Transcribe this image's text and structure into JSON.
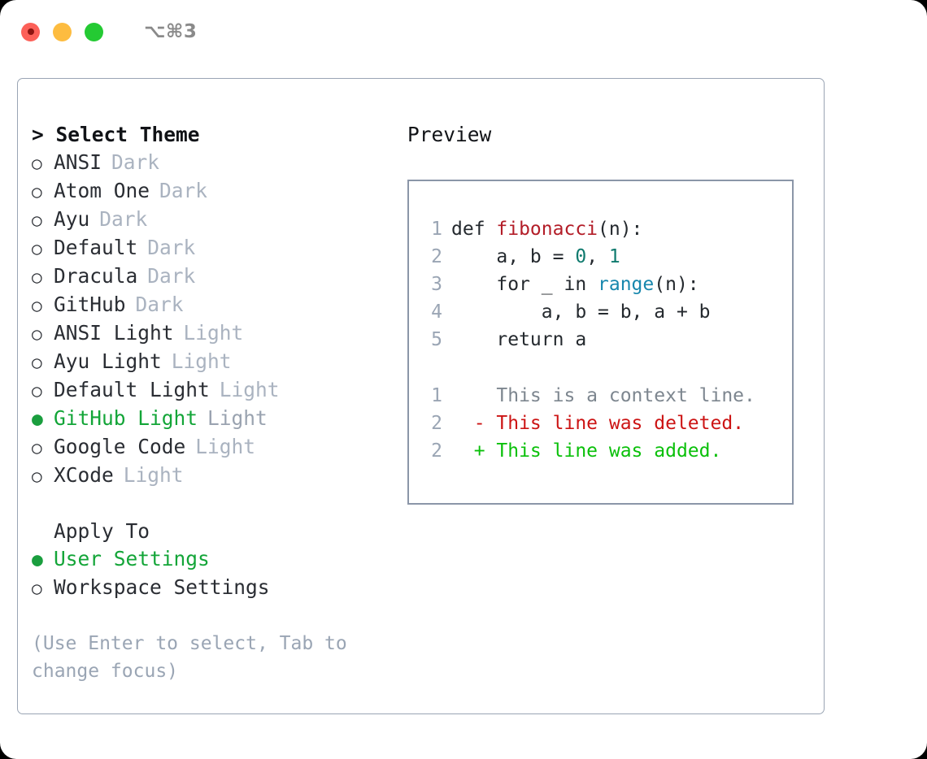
{
  "titlebar": {
    "shortcut": "⌥⌘3",
    "buttons": [
      {
        "name": "close",
        "color": "#fc6058"
      },
      {
        "name": "minimize",
        "color": "#fdbc40"
      },
      {
        "name": "maximize",
        "color": "#24ca33"
      }
    ]
  },
  "theme_list": {
    "title": "> Select Theme",
    "items": [
      {
        "label": "ANSI",
        "badge": "Dark",
        "selected": false,
        "marker": "○"
      },
      {
        "label": "Atom One",
        "badge": "Dark",
        "selected": false,
        "marker": "○"
      },
      {
        "label": "Ayu",
        "badge": "Dark",
        "selected": false,
        "marker": "○"
      },
      {
        "label": "Default",
        "badge": "Dark",
        "selected": false,
        "marker": "○"
      },
      {
        "label": "Dracula",
        "badge": "Dark",
        "selected": false,
        "marker": "○"
      },
      {
        "label": "GitHub",
        "badge": "Dark",
        "selected": false,
        "marker": "○"
      },
      {
        "label": "ANSI Light",
        "badge": "Light",
        "selected": false,
        "marker": "○"
      },
      {
        "label": "Ayu Light",
        "badge": "Light",
        "selected": false,
        "marker": "○"
      },
      {
        "label": "Default Light",
        "badge": "Light",
        "selected": false,
        "marker": "○"
      },
      {
        "label": "GitHub Light",
        "badge": "Light",
        "selected": true,
        "marker": "●"
      },
      {
        "label": "Google Code",
        "badge": "Light",
        "selected": false,
        "marker": "○"
      },
      {
        "label": "XCode",
        "badge": "Light",
        "selected": false,
        "marker": "○"
      }
    ]
  },
  "apply_to": {
    "header": "Apply To",
    "options": [
      {
        "label": "User Settings",
        "selected": true,
        "marker": "●"
      },
      {
        "label": "Workspace Settings",
        "selected": false,
        "marker": "○"
      }
    ]
  },
  "hint": "(Use Enter to select, Tab to change focus)",
  "preview": {
    "title": "Preview",
    "code_lines": [
      {
        "n": "1",
        "tokens": [
          {
            "t": "def ",
            "cls": "tok-plain"
          },
          {
            "t": "fibonacci",
            "cls": "tok-func"
          },
          {
            "t": "(n):",
            "cls": "tok-plain"
          }
        ]
      },
      {
        "n": "2",
        "tokens": [
          {
            "t": "    a, b = ",
            "cls": "tok-plain"
          },
          {
            "t": "0",
            "cls": "tok-num"
          },
          {
            "t": ", ",
            "cls": "tok-plain"
          },
          {
            "t": "1",
            "cls": "tok-num"
          }
        ]
      },
      {
        "n": "3",
        "tokens": [
          {
            "t": "    for _ in ",
            "cls": "tok-plain"
          },
          {
            "t": "range",
            "cls": "tok-call"
          },
          {
            "t": "(n):",
            "cls": "tok-plain"
          }
        ]
      },
      {
        "n": "4",
        "tokens": [
          {
            "t": "        a, b = b, a + b",
            "cls": "tok-plain"
          }
        ]
      },
      {
        "n": "5",
        "tokens": [
          {
            "t": "    return a",
            "cls": "tok-plain"
          }
        ]
      }
    ],
    "diff_lines": [
      {
        "n": "1",
        "sign": "  ",
        "text": "This is a context line.",
        "cls": "diff-ctx",
        "kind": "context"
      },
      {
        "n": "2",
        "sign": "- ",
        "text": "This line was deleted.",
        "cls": "diff-del",
        "kind": "deleted"
      },
      {
        "n": "2",
        "sign": "+ ",
        "text": "This line was added.",
        "cls": "diff-add",
        "kind": "added"
      }
    ]
  },
  "colors": {
    "selection_green": "#13a538",
    "border_slate": "#9aa5b4",
    "func_red": "#b31d28",
    "call_blue": "#1787ad",
    "number_teal": "#0f7a6e",
    "diff_del_red": "#cc1414",
    "diff_add_green": "#0ac00a",
    "badge_gray": "#aab3c0"
  }
}
